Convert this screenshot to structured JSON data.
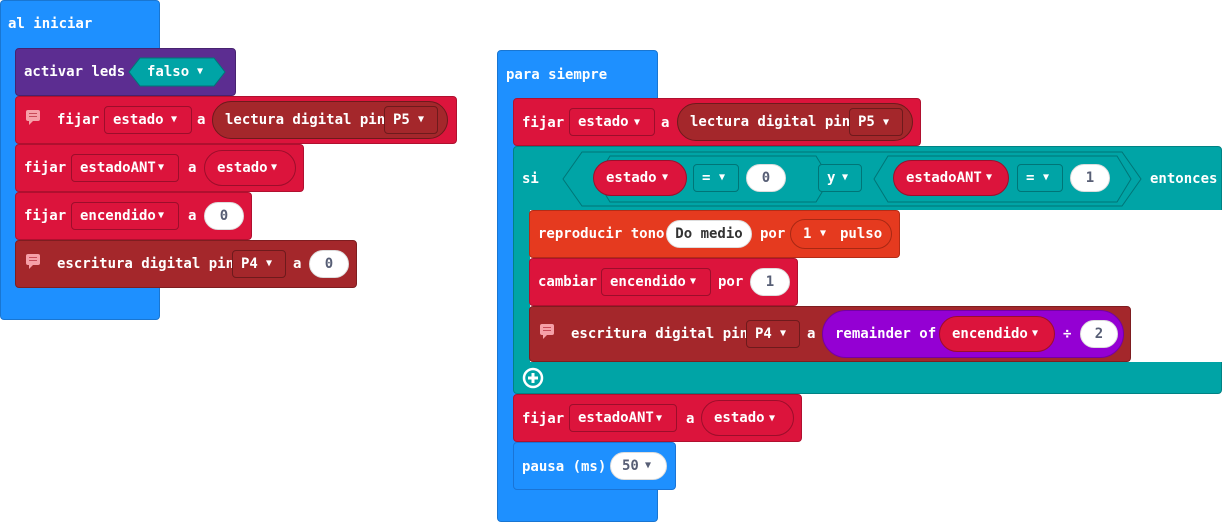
{
  "colors": {
    "basic": "#1e90ff",
    "variables": "#dc143c",
    "pins": "#a4272b",
    "music": "#e53a1f",
    "led": "#5c2d91",
    "logic": "#00a4a6",
    "math": "#9400d3"
  },
  "on_start": {
    "label": "al iniciar",
    "led": {
      "label": "activar leds",
      "value": "falso"
    },
    "set_estado": {
      "label": "fijar",
      "var": "estado",
      "to": "a",
      "reader": "lectura digital pin",
      "pin": "P5"
    },
    "set_estadoant": {
      "label": "fijar",
      "var": "estadoANT",
      "to": "a",
      "value_var": "estado"
    },
    "set_encendido": {
      "label": "fijar",
      "var": "encendido",
      "to": "a",
      "value": "0"
    },
    "write": {
      "label": "escritura digital pin",
      "pin": "P4",
      "to": "a",
      "value": "0"
    }
  },
  "forever": {
    "label": "para siempre",
    "set_estado": {
      "label": "fijar",
      "var": "estado",
      "to": "a",
      "reader": "lectura digital pin",
      "pin": "P5"
    },
    "if": {
      "label": "si",
      "then": "entonces",
      "left": {
        "var": "estado",
        "op": "=",
        "value": "0"
      },
      "and": "y",
      "right": {
        "var": "estadoANT",
        "op": "=",
        "value": "1"
      },
      "add_icon": "plus-circle-icon"
    },
    "tone": {
      "label": "reproducir tono",
      "note": "Do medio",
      "by": "por",
      "beats": "1",
      "unit": "pulso"
    },
    "change": {
      "label": "cambiar",
      "var": "encendido",
      "by": "por",
      "value": "1"
    },
    "write": {
      "label": "escritura digital pin",
      "pin": "P4",
      "to": "a",
      "remainder": "remainder of",
      "var": "encendido",
      "op": "÷",
      "value": "2"
    },
    "set_estadoant": {
      "label": "fijar",
      "var": "estadoANT",
      "to": "a",
      "value_var": "estado"
    },
    "pause": {
      "label": "pausa (ms)",
      "value": "50"
    }
  }
}
